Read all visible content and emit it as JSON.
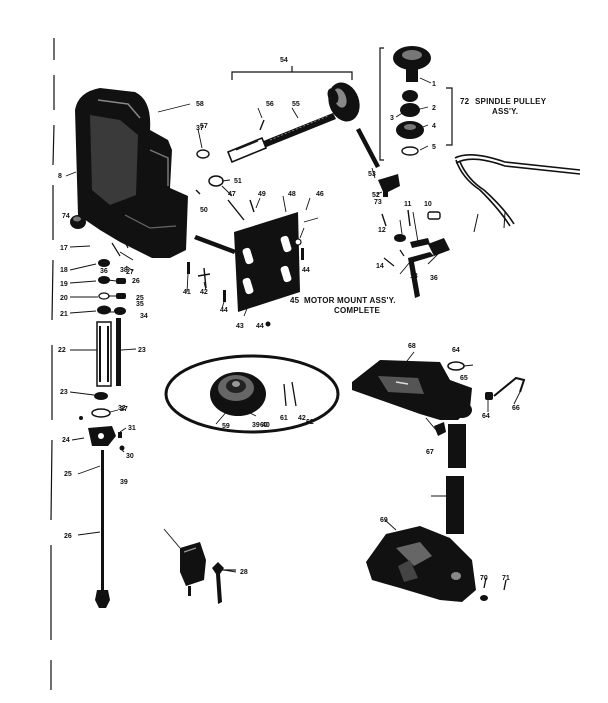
{
  "labels": {
    "spindle_pulley_num": "72",
    "spindle_pulley_line1": "SPINDLE PULLEY",
    "spindle_pulley_line2": "ASS'Y.",
    "motor_mount_num": "45",
    "motor_mount_line1": "MOTOR MOUNT ASS'Y.",
    "motor_mount_line2": "COMPLETE"
  },
  "parts": [
    {
      "id": "p1",
      "text": "1"
    },
    {
      "id": "p2",
      "text": "2"
    },
    {
      "id": "p3",
      "text": "3"
    },
    {
      "id": "p4",
      "text": "4"
    },
    {
      "id": "p5",
      "text": "5"
    },
    {
      "id": "p8",
      "text": "8"
    },
    {
      "id": "p10",
      "text": "10"
    },
    {
      "id": "p11",
      "text": "11"
    },
    {
      "id": "p12",
      "text": "12"
    },
    {
      "id": "p13",
      "text": "13"
    },
    {
      "id": "p14",
      "text": "14"
    },
    {
      "id": "p17",
      "text": "17"
    },
    {
      "id": "p18",
      "text": "18"
    },
    {
      "id": "p19",
      "text": "19"
    },
    {
      "id": "p20",
      "text": "20"
    },
    {
      "id": "p21",
      "text": "21"
    },
    {
      "id": "p22",
      "text": "22"
    },
    {
      "id": "p23",
      "text": "23"
    },
    {
      "id": "p23b",
      "text": "23"
    },
    {
      "id": "p24",
      "text": "24"
    },
    {
      "id": "p25",
      "text": "25"
    },
    {
      "id": "p25b",
      "text": "25"
    },
    {
      "id": "p26",
      "text": "26"
    },
    {
      "id": "p26b",
      "text": "26"
    },
    {
      "id": "p27",
      "text": "27"
    },
    {
      "id": "p27b",
      "text": "27"
    },
    {
      "id": "p28",
      "text": "28"
    },
    {
      "id": "p30",
      "text": "30"
    },
    {
      "id": "p31",
      "text": "31"
    },
    {
      "id": "p32",
      "text": "32"
    },
    {
      "id": "p34",
      "text": "34"
    },
    {
      "id": "p35",
      "text": "35"
    },
    {
      "id": "p36",
      "text": "36"
    },
    {
      "id": "p36b",
      "text": "36"
    },
    {
      "id": "p37",
      "text": "37"
    },
    {
      "id": "p38",
      "text": "38"
    },
    {
      "id": "p39",
      "text": "39"
    },
    {
      "id": "p39b",
      "text": "39"
    },
    {
      "id": "p40",
      "text": "40"
    },
    {
      "id": "p41",
      "text": "41"
    },
    {
      "id": "p42",
      "text": "42"
    },
    {
      "id": "p42b",
      "text": "42"
    },
    {
      "id": "p43",
      "text": "43"
    },
    {
      "id": "p44",
      "text": "44"
    },
    {
      "id": "p44b",
      "text": "44"
    },
    {
      "id": "p44c",
      "text": "44"
    },
    {
      "id": "p46",
      "text": "46"
    },
    {
      "id": "p47",
      "text": "47"
    },
    {
      "id": "p48",
      "text": "48"
    },
    {
      "id": "p49",
      "text": "49"
    },
    {
      "id": "p50",
      "text": "50"
    },
    {
      "id": "p51",
      "text": "51"
    },
    {
      "id": "p52",
      "text": "52"
    },
    {
      "id": "p53",
      "text": "53"
    },
    {
      "id": "p54",
      "text": "54"
    },
    {
      "id": "p55",
      "text": "55"
    },
    {
      "id": "p56",
      "text": "56"
    },
    {
      "id": "p57",
      "text": "57"
    },
    {
      "id": "p58",
      "text": "58"
    },
    {
      "id": "p59",
      "text": "59"
    },
    {
      "id": "p60",
      "text": "60"
    },
    {
      "id": "p61",
      "text": "61"
    },
    {
      "id": "p62",
      "text": "62"
    },
    {
      "id": "p64",
      "text": "64"
    },
    {
      "id": "p64b",
      "text": "64"
    },
    {
      "id": "p65",
      "text": "65"
    },
    {
      "id": "p66",
      "text": "66"
    },
    {
      "id": "p67",
      "text": "67"
    },
    {
      "id": "p68",
      "text": "68"
    },
    {
      "id": "p69",
      "text": "69"
    },
    {
      "id": "p70",
      "text": "70"
    },
    {
      "id": "p71",
      "text": "71"
    },
    {
      "id": "p73",
      "text": "73"
    },
    {
      "id": "p74",
      "text": "74"
    },
    {
      "id": "p77",
      "text": "77"
    }
  ]
}
